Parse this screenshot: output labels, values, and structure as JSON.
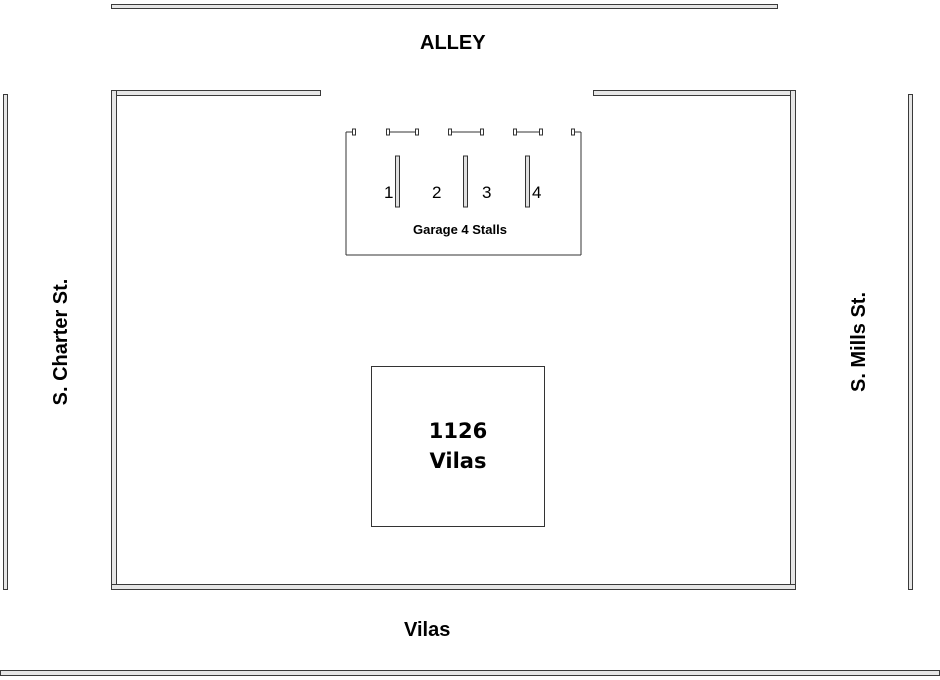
{
  "streets": {
    "top": "ALLEY",
    "bottom": "Vilas",
    "left": "S. Charter St.",
    "right": "S. Mills St."
  },
  "garage": {
    "label": "Garage 4 Stalls",
    "stalls": [
      "1",
      "2",
      "3",
      "4"
    ]
  },
  "house": {
    "number": "1126",
    "street": "Vilas"
  }
}
